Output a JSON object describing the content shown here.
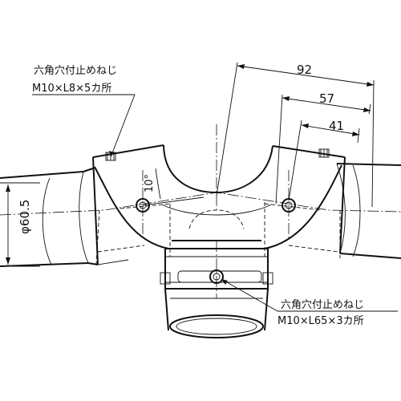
{
  "callouts": {
    "top": {
      "line1": "六角穴付止めねじ",
      "line2": "M10×L8×5カ所"
    },
    "bottom": {
      "line1": "六角穴付止めねじ",
      "line2": "M10×L65×3カ所"
    }
  },
  "dimensions": {
    "d92": "92",
    "d57": "57",
    "d41": "41",
    "diameter": "φ60.5",
    "angle": "10°"
  },
  "colors": {
    "line": "#111111",
    "shade": "#d9d9d9",
    "background": "#ffffff"
  }
}
